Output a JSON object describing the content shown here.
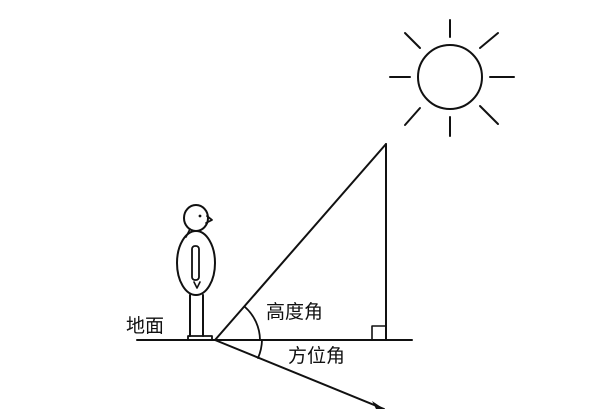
{
  "labels": {
    "ground": "地面",
    "altitude_angle": "高度角",
    "azimuth_angle": "方位角"
  },
  "colors": {
    "line": "#111111",
    "background": "#ffffff"
  }
}
